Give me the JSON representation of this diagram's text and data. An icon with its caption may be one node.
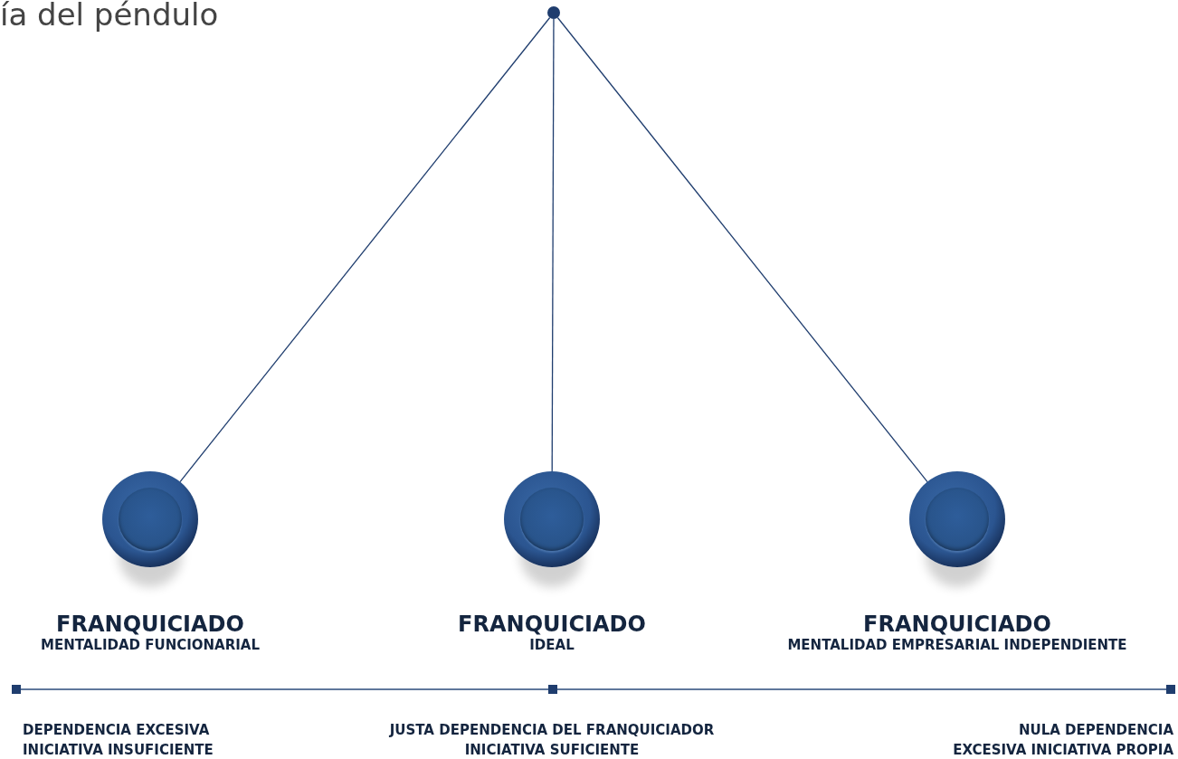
{
  "diagram": {
    "title": "ía del péndulo",
    "nodes": [
      {
        "text": [],
        "shape": "circle"
      },
      {
        "text": [],
        "shape": "circle",
        "beside": [
          "FRANQUICIADO",
          "MENTALIDAD FUNCIONARIAL"
        ]
      },
      {
        "text": [],
        "shape": "circle",
        "beside": [
          "FRANQUICIADO",
          "IDEAL"
        ]
      },
      {
        "text": [],
        "shape": "circle",
        "beside": [
          "FRANQUICIADO",
          "MENTALIDAD EMPRESARIAL INDEPENDIENTE"
        ]
      }
    ],
    "edges": [
      {
        "from": 0,
        "to": 1,
        "arrow": "none"
      },
      {
        "from": 0,
        "to": 2,
        "arrow": "none"
      },
      {
        "from": 0,
        "to": 3,
        "arrow": "none"
      }
    ],
    "labels": [
      "DEPENDENCIA EXCESIVA",
      "INICIATIVA INSUFICIENTE",
      "JUSTA DEPENDENCIA DEL FRANQUICIADOR",
      "INICIATIVA SUFICIENTE",
      "NULA DEPENDENCIA",
      "EXCESIVA INICIATIVA PROPIA"
    ]
  }
}
